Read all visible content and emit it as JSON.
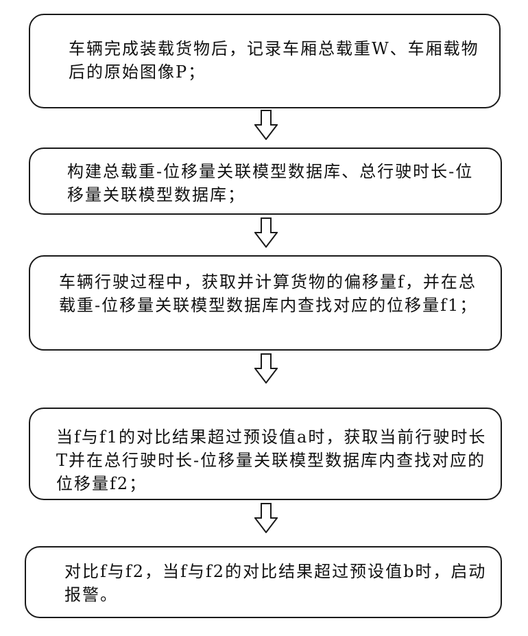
{
  "steps": [
    {
      "text": "车辆完成装载货物后，记录车厢总载重W、车厢载物后的原始图像P；"
    },
    {
      "text": "构建总载重-位移量关联模型数据库、总行驶时长-位移量关联模型数据库；"
    },
    {
      "text": "车辆行驶过程中，获取并计算货物的偏移量f，并在总载重-位移量关联模型数据库内查找对应的位移量f1；"
    },
    {
      "text": "当f与f1的对比结果超过预设值a时，获取当前行驶时长T并在总行驶时长-位移量关联模型数据库内查找对应的位移量f2；"
    },
    {
      "text": "对比f与f2，当f与f2的对比结果超过预设值b时，启动报警。"
    }
  ],
  "arrows": [
    {
      "icon": "hollow-down-arrow-icon"
    },
    {
      "icon": "hollow-down-arrow-icon"
    },
    {
      "icon": "hollow-down-arrow-icon"
    },
    {
      "icon": "hollow-down-arrow-icon"
    }
  ]
}
